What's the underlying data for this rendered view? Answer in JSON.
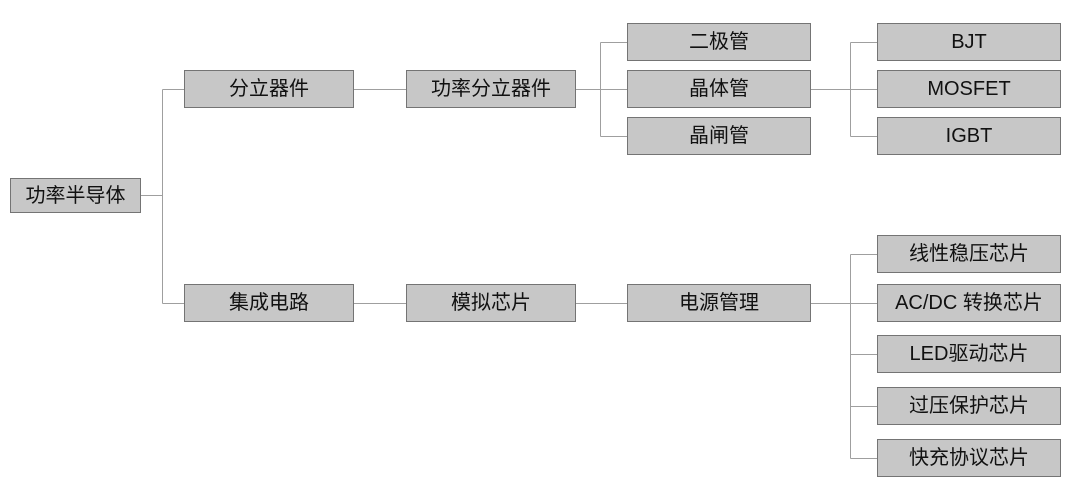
{
  "colors": {
    "background": "#ffffff",
    "node_fill": "#c7c7c7",
    "node_border": "#747474",
    "connector": "#9f9f9f",
    "text": "#111111"
  },
  "nodes": {
    "root": {
      "label": "功率半导体"
    },
    "discrete": {
      "label": "分立器件"
    },
    "power_discrete": {
      "label": "功率分立器件"
    },
    "diode": {
      "label": "二极管"
    },
    "transistor": {
      "label": "晶体管"
    },
    "thyristor": {
      "label": "晶闸管"
    },
    "bjt": {
      "label": "BJT"
    },
    "mosfet": {
      "label": "MOSFET"
    },
    "igbt": {
      "label": "IGBT"
    },
    "ic": {
      "label": "集成电路"
    },
    "analog": {
      "label": "模拟芯片"
    },
    "power_mgmt": {
      "label": "电源管理"
    },
    "ldo": {
      "label": "线性稳压芯片"
    },
    "acdc": {
      "label": "AC/DC 转换芯片"
    },
    "led_driver": {
      "label": "LED驱动芯片"
    },
    "ovp": {
      "label": "过压保护芯片"
    },
    "fast_charge": {
      "label": "快充协议芯片"
    }
  },
  "edges": [
    [
      "root",
      "discrete"
    ],
    [
      "root",
      "ic"
    ],
    [
      "discrete",
      "power_discrete"
    ],
    [
      "power_discrete",
      "diode"
    ],
    [
      "power_discrete",
      "transistor"
    ],
    [
      "power_discrete",
      "thyristor"
    ],
    [
      "transistor",
      "bjt"
    ],
    [
      "transistor",
      "mosfet"
    ],
    [
      "transistor",
      "igbt"
    ],
    [
      "ic",
      "analog"
    ],
    [
      "analog",
      "power_mgmt"
    ],
    [
      "power_mgmt",
      "ldo"
    ],
    [
      "power_mgmt",
      "acdc"
    ],
    [
      "power_mgmt",
      "led_driver"
    ],
    [
      "power_mgmt",
      "ovp"
    ],
    [
      "power_mgmt",
      "fast_charge"
    ]
  ]
}
